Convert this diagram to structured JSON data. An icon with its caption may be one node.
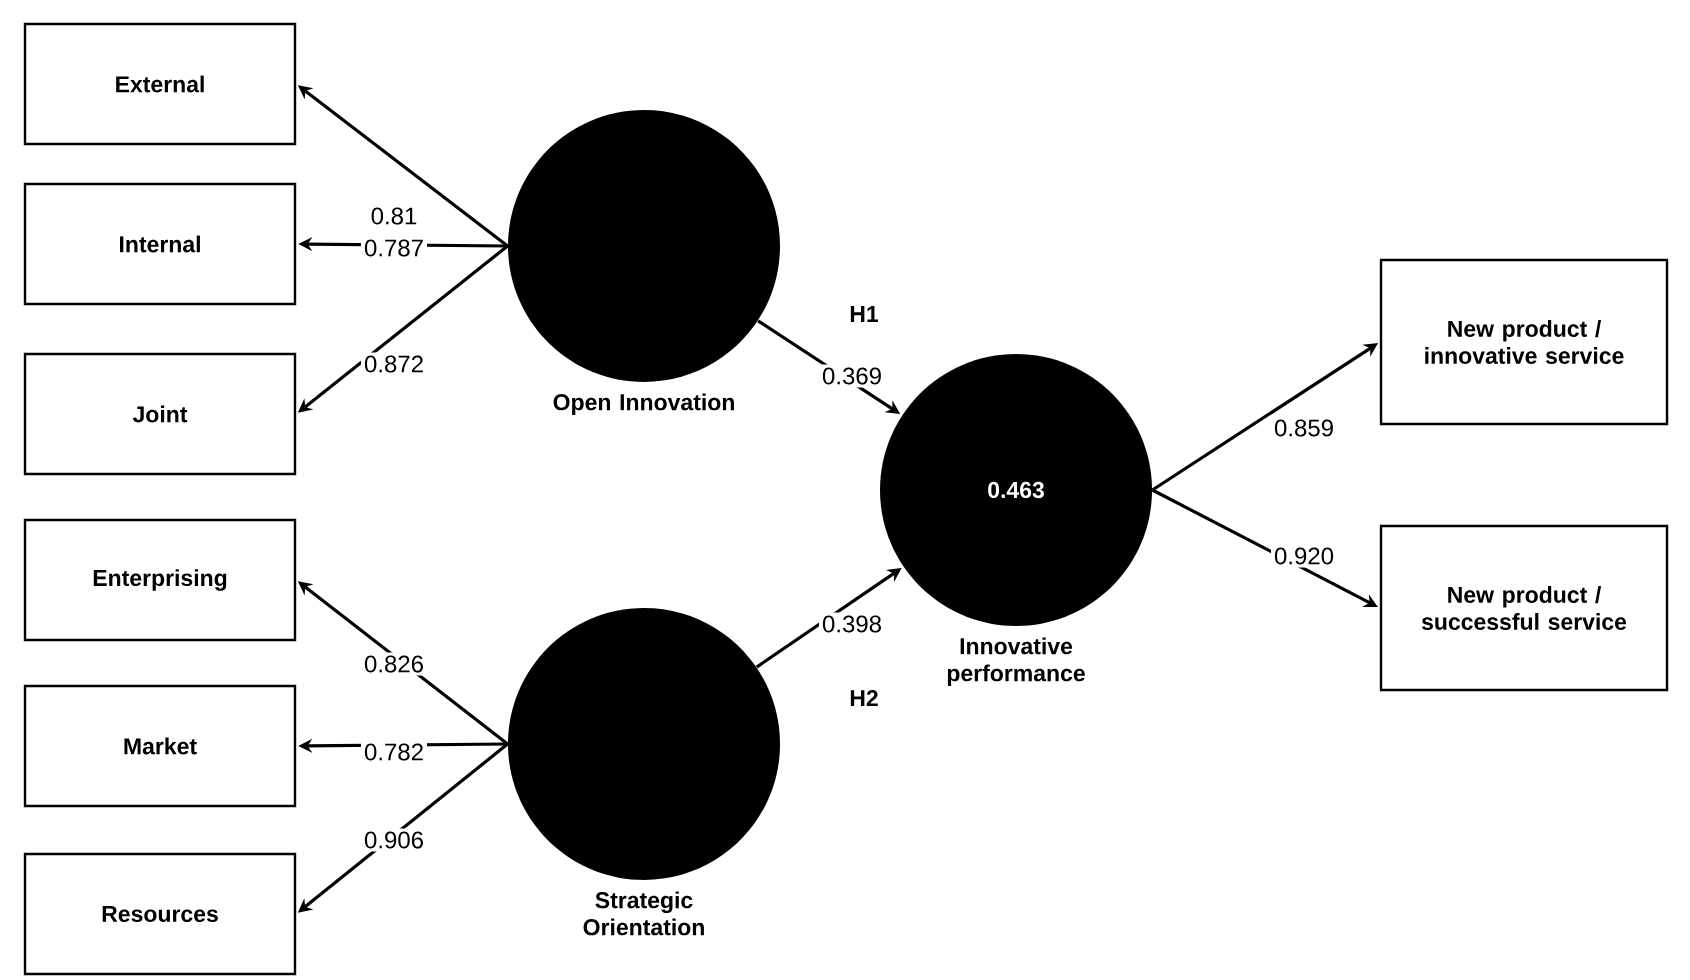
{
  "diagram": {
    "nodes": [
      {
        "text": [
          "External"
        ]
      },
      {
        "text": [
          "Internal"
        ]
      },
      {
        "text": [
          "Joint"
        ]
      },
      {
        "text": [
          "Open Innovation"
        ]
      },
      {
        "text": [
          "Enterprising"
        ]
      },
      {
        "text": [
          "Market"
        ]
      },
      {
        "text": [
          "Resources"
        ]
      },
      {
        "text": [
          "Strategic Orientation"
        ]
      },
      {
        "text": [
          "0.463",
          "Innovative performance"
        ]
      },
      {
        "text": [
          "New product / innovative service"
        ]
      },
      {
        "text": [
          "New product / successful service"
        ]
      }
    ],
    "edges": [
      {
        "from": 3,
        "to": 0,
        "arrow": "to",
        "label": "0.81"
      },
      {
        "from": 3,
        "to": 1,
        "arrow": "to",
        "label": "0.787"
      },
      {
        "from": 3,
        "to": 2,
        "arrow": "to",
        "label": "0.872"
      },
      {
        "from": 7,
        "to": 4,
        "arrow": "to",
        "label": "0.826"
      },
      {
        "from": 7,
        "to": 5,
        "arrow": "to",
        "label": "0.782"
      },
      {
        "from": 7,
        "to": 6,
        "arrow": "to",
        "label": "0.906"
      },
      {
        "from": 3,
        "to": 8,
        "arrow": "to",
        "label": "0.369"
      },
      {
        "from": 7,
        "to": 8,
        "arrow": "to",
        "label": "0.398"
      },
      {
        "from": 8,
        "to": 9,
        "arrow": "to",
        "label": "0.859"
      },
      {
        "from": 8,
        "to": 10,
        "arrow": "to",
        "label": "0.920"
      }
    ],
    "labels": [
      "H1",
      "H2"
    ]
  }
}
